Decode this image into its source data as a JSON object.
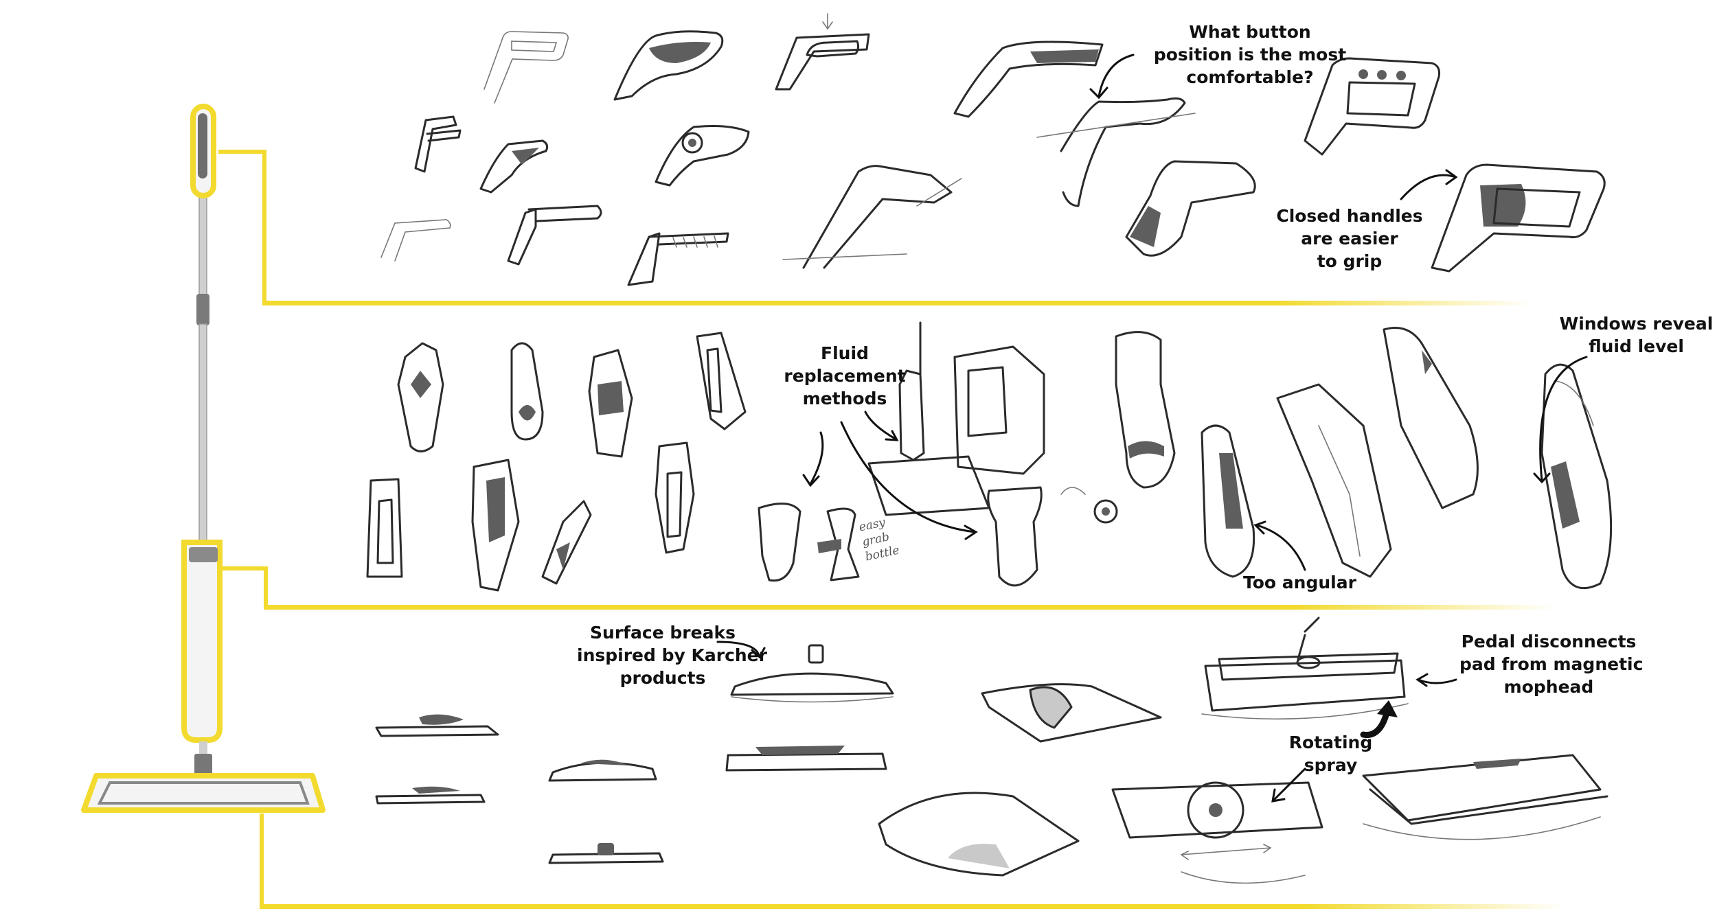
{
  "colors": {
    "accent": "#F2DA2F",
    "ink": "#111111",
    "sketch": "#2b2b2b",
    "mop_body": "#F4F4F4",
    "mop_metal": "#C8C8C8",
    "mop_grey": "#777777",
    "background": "#FFFFFF"
  },
  "sections": [
    {
      "part": "handle",
      "annotations": [
        {
          "lines": [
            "What button",
            "position is the most",
            "comfortable?"
          ]
        },
        {
          "lines": [
            "Closed handles",
            "are easier",
            "to grip"
          ]
        }
      ]
    },
    {
      "part": "fluid-bottle",
      "annotations": [
        {
          "lines": [
            "Fluid",
            "replacement",
            "methods"
          ]
        },
        {
          "lines": [
            "Windows reveal",
            "fluid level"
          ]
        },
        {
          "lines": [
            "Too angular"
          ]
        },
        {
          "lines": [
            "easy",
            "grab",
            "bottle"
          ],
          "style": "handwritten"
        }
      ]
    },
    {
      "part": "mophead",
      "annotations": [
        {
          "lines": [
            "Surface breaks",
            "inspired by Karcher",
            "products"
          ]
        },
        {
          "lines": [
            "Pedal disconnects",
            "pad from magnetic",
            "mophead"
          ]
        },
        {
          "lines": [
            "Rotating",
            "spray"
          ]
        }
      ]
    }
  ]
}
